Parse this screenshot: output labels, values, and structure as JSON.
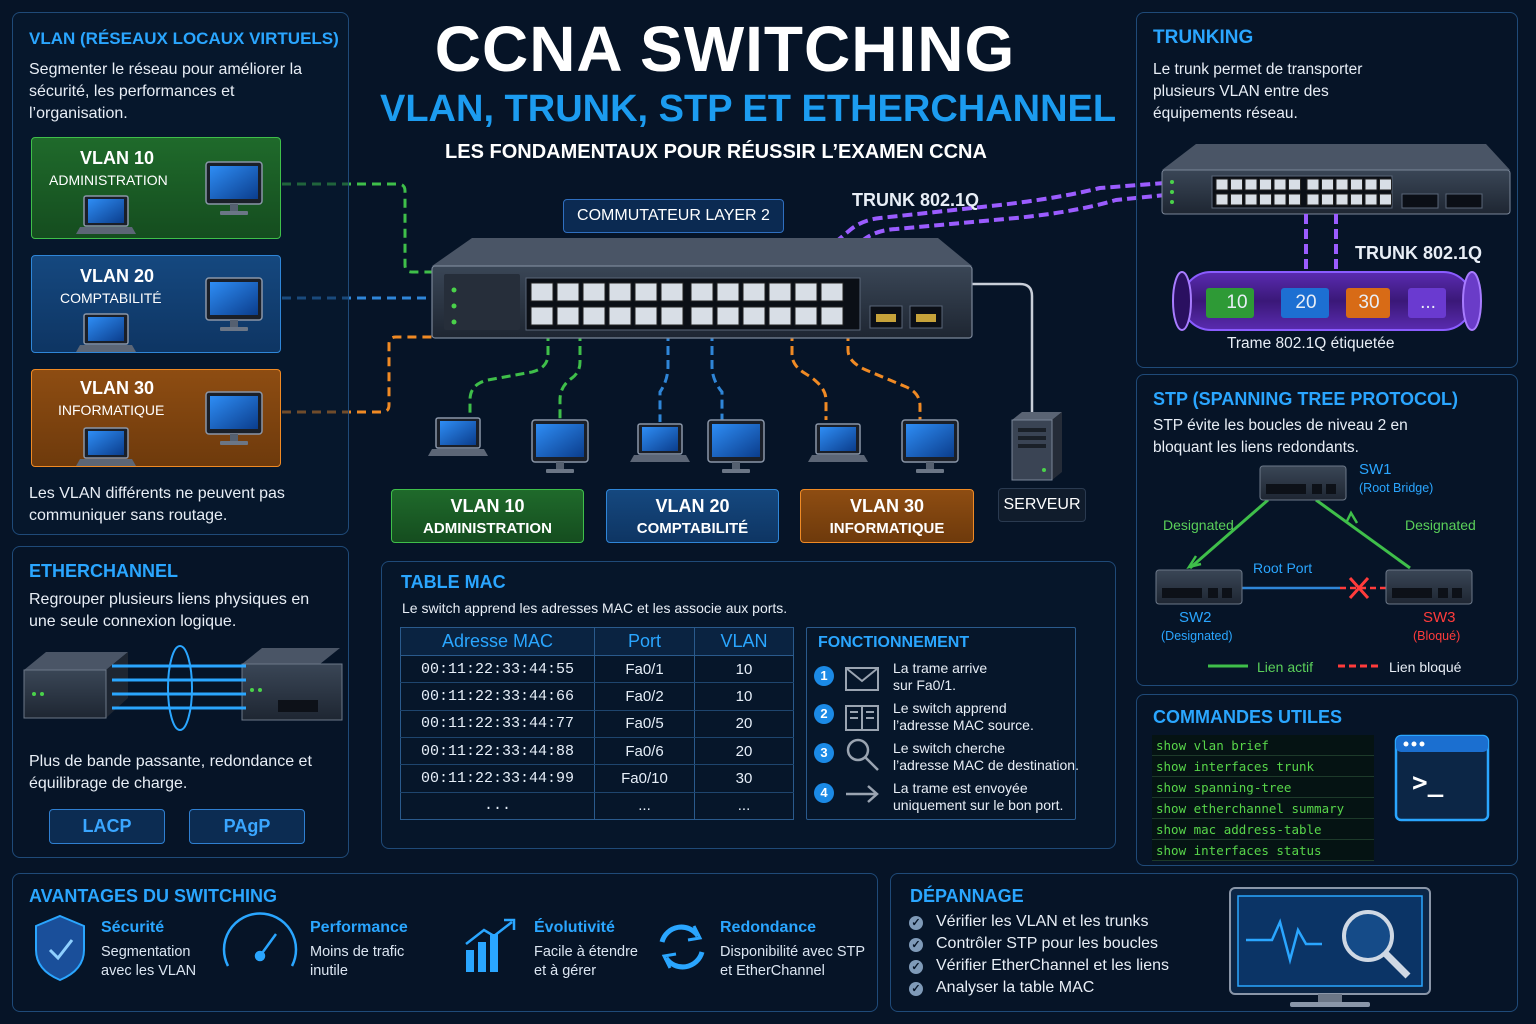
{
  "header": {
    "title": "CCNA SWITCHING",
    "subtitle": "VLAN, TRUNK, STP ET ETHERCHANNEL",
    "tagline": "LES FONDAMENTAUX POUR RÉUSSIR L’EXAMEN CCNA"
  },
  "vlan_panel": {
    "title": "VLAN (RÉSEAUX LOCAUX VIRTUELS)",
    "intro": "Segmenter le réseau pour améliorer la sécurité, les performances et l’organisation.",
    "groups": [
      {
        "name": "VLAN 10",
        "dept": "ADMINISTRATION",
        "color": "#3fbf4a"
      },
      {
        "name": "VLAN 20",
        "dept": "COMPTABILITÉ",
        "color": "#2f86d8"
      },
      {
        "name": "VLAN 30",
        "dept": "INFORMATIQUE",
        "color": "#f08a24"
      }
    ],
    "note": "Les VLAN différents ne peuvent pas communiquer sans routage."
  },
  "center": {
    "switch_label": "COMMUTATEUR LAYER 2",
    "trunk_label": "TRUNK 802.1Q",
    "bottom_labels": [
      {
        "name": "VLAN 10",
        "dept": "ADMINISTRATION"
      },
      {
        "name": "VLAN 20",
        "dept": "COMPTABILITÉ"
      },
      {
        "name": "VLAN 30",
        "dept": "INFORMATIQUE"
      }
    ],
    "server_label": "SERVEUR"
  },
  "trunking": {
    "title": "TRUNKING",
    "text": "Le trunk permet de transporter plusieurs VLAN entre des équipements réseau.",
    "trunk_label": "TRUNK 802.1Q",
    "tags": [
      "10",
      "20",
      "30",
      "..."
    ],
    "caption": "Trame 802.1Q étiquetée"
  },
  "stp": {
    "title": "STP (SPANNING TREE PROTOCOL)",
    "text": "STP évite les boucles de niveau 2 en bloquant les liens redondants.",
    "sw1": "SW1",
    "sw1_role": "(Root Bridge)",
    "sw2": "SW2",
    "sw2_role": "(Designated)",
    "sw3": "SW3",
    "sw3_role": "(Bloqué)",
    "designated_left": "Designated",
    "designated_right": "Designated",
    "root_port": "Root Port",
    "legend_active": "Lien actif",
    "legend_blocked": "Lien bloqué"
  },
  "etherchannel": {
    "title": "ETHERCHANNEL",
    "text": "Regrouper plusieurs liens physiques en une seule connexion logique.",
    "note": "Plus de bande passante, redondance et équilibrage de charge.",
    "buttons": [
      "LACP",
      "PAgP"
    ]
  },
  "mac_table": {
    "title": "TABLE MAC",
    "text": "Le switch apprend les adresses MAC et les associe aux ports.",
    "headers": [
      "Adresse MAC",
      "Port",
      "VLAN"
    ],
    "rows": [
      [
        "00:11:22:33:44:55",
        "Fa0/1",
        "10"
      ],
      [
        "00:11:22:33:44:66",
        "Fa0/2",
        "10"
      ],
      [
        "00:11:22:33:44:77",
        "Fa0/5",
        "20"
      ],
      [
        "00:11:22:33:44:88",
        "Fa0/6",
        "20"
      ],
      [
        "00:11:22:33:44:99",
        "Fa0/10",
        "30"
      ],
      [
        "...",
        "...",
        "..."
      ]
    ]
  },
  "fonctionnement": {
    "title": "FONCTIONNEMENT",
    "steps": [
      {
        "n": "1",
        "line1": "La trame arrive",
        "line2": "sur Fa0/1."
      },
      {
        "n": "2",
        "line1": "Le switch apprend",
        "line2": "l’adresse MAC source."
      },
      {
        "n": "3",
        "line1": "Le switch cherche",
        "line2": "l’adresse MAC de destination."
      },
      {
        "n": "4",
        "line1": "La trame est envoyée",
        "line2": "uniquement sur le bon port."
      }
    ]
  },
  "commands": {
    "title": "COMMANDES UTILES",
    "items": [
      "show vlan brief",
      "show interfaces trunk",
      "show spanning-tree",
      "show etherchannel summary",
      "show mac address-table",
      "show interfaces status"
    ],
    "prompt": ">_"
  },
  "advantages": {
    "title": "AVANTAGES DU SWITCHING",
    "items": [
      {
        "title": "Sécurité",
        "line1": "Segmentation",
        "line2": "avec les VLAN"
      },
      {
        "title": "Performance",
        "line1": "Moins de trafic",
        "line2": "inutile"
      },
      {
        "title": "Évolutivité",
        "line1": "Facile à étendre",
        "line2": "et à gérer"
      },
      {
        "title": "Redondance",
        "line1": "Disponibilité avec STP",
        "line2": "et EtherChannel"
      }
    ]
  },
  "depannage": {
    "title": "DÉPANNAGE",
    "items": [
      "Vérifier les VLAN et les trunks",
      "Contrôler STP pour les boucles",
      "Vérifier EtherChannel et les liens",
      "Analyser la table MAC"
    ]
  },
  "colors": {
    "accent": "#2aa6ff",
    "vlan10": "#3fbf4a",
    "vlan20": "#2f86d8",
    "vlan30": "#f08a24",
    "trunk": "#9b5cff",
    "blocked": "#ff3b3b"
  }
}
